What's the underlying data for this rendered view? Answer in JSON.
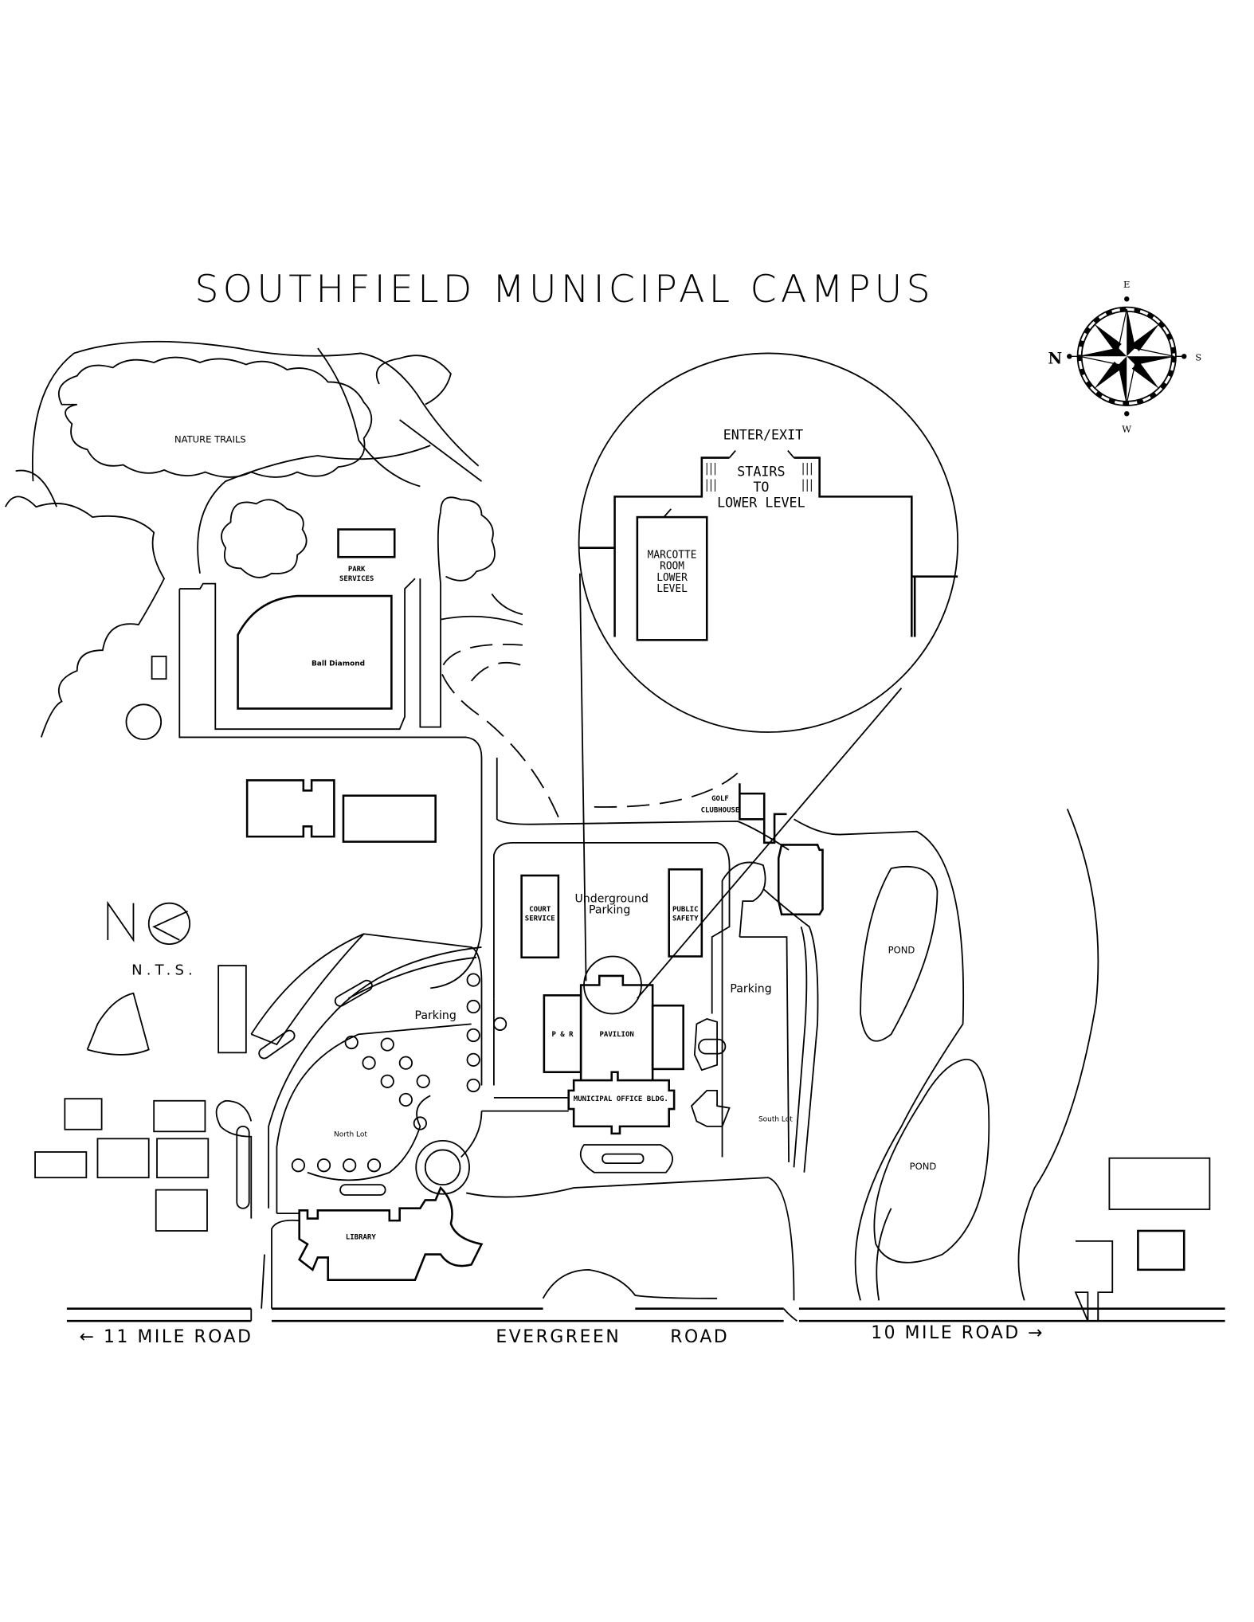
{
  "title": "SOUTHFIELD MUNICIPAL CAMPUS",
  "compass": {
    "n": "N",
    "e": "E",
    "s": "S",
    "w": "W"
  },
  "scale_note": "N.T.S.",
  "north_logo": "N",
  "inset": {
    "enter_exit": "ENTER/EXIT",
    "stairs": [
      "STAIRS",
      "TO",
      "LOWER LEVEL"
    ],
    "room": [
      "MARCOTTE",
      "ROOM",
      "LOWER",
      "LEVEL"
    ]
  },
  "labels": {
    "nature_trails": "NATURE TRAILS",
    "park_services": [
      "PARK",
      "SERVICES"
    ],
    "ball_diamond": "Ball Diamond",
    "golf_clubhouse": [
      "GOLF",
      "CLUBHOUSE"
    ],
    "underground_parking": [
      "Underground",
      "Parking"
    ],
    "court_service": [
      "COURT",
      "SERVICE"
    ],
    "public_safety": [
      "PUBLIC",
      "SAFETY"
    ],
    "pavilion": "PAVILION",
    "p_and_r": "P & R",
    "municipal_office": "MUNICIPAL OFFICE BLDG.",
    "parking_north": "Parking",
    "parking_south": "Parking",
    "north_lot": "North Lot",
    "south_lot": "South Lot",
    "library": "LIBRARY",
    "pond_1": "POND",
    "pond_2": "POND"
  },
  "roads": {
    "west": "← 11 MILE ROAD",
    "evergreen_1": "EVERGREEN",
    "evergreen_2": "ROAD",
    "east": "10 MILE ROAD →"
  }
}
